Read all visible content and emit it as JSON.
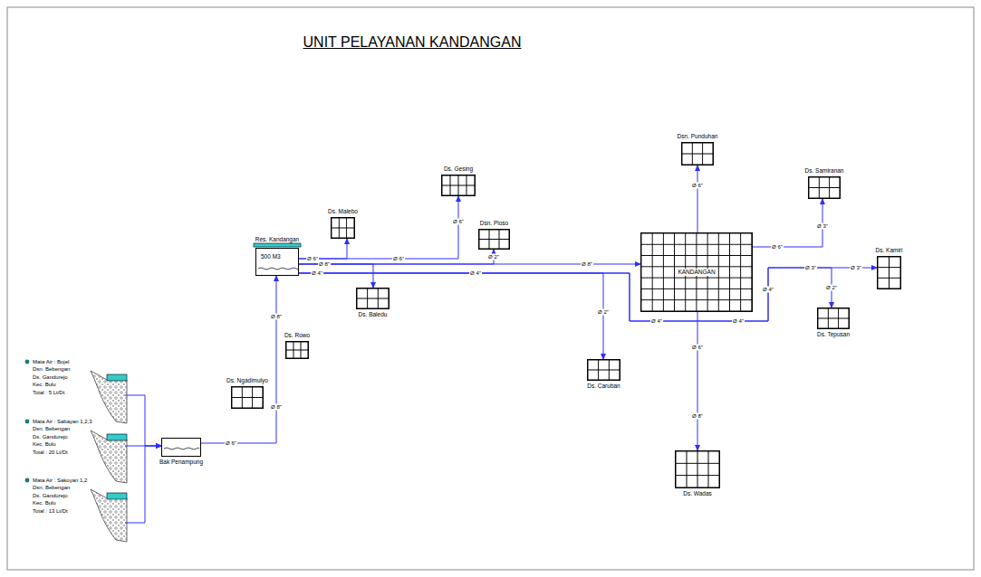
{
  "diagram": {
    "title": "UNIT PELAYANAN KANDANGAN",
    "nodes": [
      {
        "text": [
          "Mata Air : Bojel",
          "Dsn. Bebengan",
          "Ds. Gandurejo",
          "Kec. Bulu",
          "Total : 5 Lt/Dt"
        ]
      },
      {
        "text": [
          "Mata Air : Sabayan 1,2,3",
          "Dsn. Bebengan",
          "Ds. Gandurejo",
          "Kec. Bulu",
          "Total : 20 Lt/Dt"
        ]
      },
      {
        "text": [
          "Mata Air : Sakoyan 1,2",
          "Dsn. Bebengan",
          "Ds. Gandurejo",
          "Kec. Bulu",
          "Total : 13 Lt/Dt"
        ]
      },
      {
        "text": [
          "Bak Penampung"
        ]
      },
      {
        "text": [
          "Ds. Ngadimulyo"
        ]
      },
      {
        "text": [
          "Ds. Rowo"
        ]
      },
      {
        "text": [
          "Res. Kandangan",
          "500 M3"
        ]
      },
      {
        "text": [
          "Ds. Malebo"
        ]
      },
      {
        "text": [
          "Ds. Baledu"
        ]
      },
      {
        "text": [
          "Ds. Gesing"
        ]
      },
      {
        "text": [
          "Dsn. Ploso"
        ]
      },
      {
        "text": [
          "Dsn. Punduhan"
        ]
      },
      {
        "text": [
          "KANDANGAN"
        ]
      },
      {
        "text": [
          "Ds. Caruban"
        ]
      },
      {
        "text": [
          "Ds. Samiranan"
        ]
      },
      {
        "text": [
          "Ds. Kamiri"
        ]
      },
      {
        "text": [
          "Ds. Tepusan"
        ]
      },
      {
        "text": [
          "Ds. Wadas"
        ]
      }
    ],
    "edges": [
      {
        "from": 0,
        "to": 3,
        "arrow": "to"
      },
      {
        "from": 1,
        "to": 3,
        "arrow": "to"
      },
      {
        "from": 2,
        "to": 3,
        "arrow": "to"
      },
      {
        "from": 3,
        "to": 6,
        "label": "Ø 6\"",
        "arrow": "to"
      },
      {
        "from": 6,
        "to": 7,
        "arrow": "to"
      },
      {
        "from": 6,
        "to": 9,
        "label": "Ø 6\"",
        "arrow": "to"
      },
      {
        "from": 6,
        "to": 10,
        "label": "Ø 2\"",
        "arrow": "to"
      },
      {
        "from": 6,
        "to": 8,
        "arrow": "to"
      },
      {
        "from": 6,
        "to": 12,
        "label": "Ø 8\"",
        "arrow": "to"
      },
      {
        "from": 6,
        "to": 13,
        "label": "Ø 2\"",
        "arrow": "to"
      },
      {
        "from": 6,
        "to": 15,
        "label": "Ø 3\"",
        "arrow": "to"
      },
      {
        "from": 6,
        "to": 16,
        "label": "Ø 2\"",
        "arrow": "to"
      },
      {
        "from": 12,
        "to": 11,
        "label": "Ø 6\"",
        "arrow": "to"
      },
      {
        "from": 12,
        "to": 14,
        "label": "Ø 6\"",
        "arrow": "to"
      },
      {
        "from": 12,
        "to": 17,
        "label": "Ø 6\"",
        "arrow": "to"
      }
    ],
    "labels": [
      "Ø 8\"",
      "Ø 8\"",
      "Ø 6\"",
      "Ø 8\"",
      "Ø 4\"",
      "Ø 6\"",
      "Ø 4\"",
      "Ø 4\"",
      "Ø 4\"",
      "Ø 4\"",
      "Ø 3\"",
      "Ø 3\"",
      "Ø 8\""
    ]
  }
}
